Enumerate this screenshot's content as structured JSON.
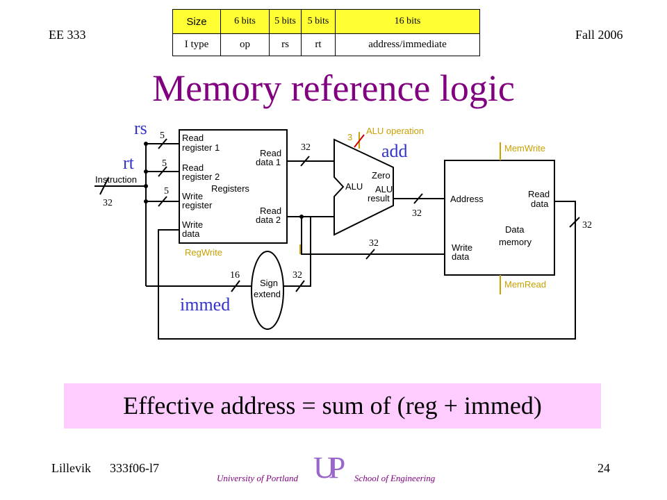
{
  "header": {
    "left": "EE 333",
    "right": "Fall 2006"
  },
  "format_table": {
    "rows": [
      [
        "Size",
        "6 bits",
        "5 bits",
        "5 bits",
        "16 bits"
      ],
      [
        "I type",
        "op",
        "rs",
        "rt",
        "address/immediate"
      ]
    ]
  },
  "title": "Memory reference logic",
  "annotations": {
    "rs": "rs",
    "rt": "rt",
    "add": "add",
    "immed": "immed"
  },
  "diagram": {
    "instruction": "Instruction",
    "registers": {
      "read_register_1": [
        "Read",
        "register 1"
      ],
      "read_register_2": [
        "Read",
        "register 2"
      ],
      "write_register": [
        "Write",
        "register"
      ],
      "write_data": [
        "Write",
        "data"
      ],
      "name": "Registers",
      "read_data_1": [
        "Read",
        "data 1"
      ],
      "read_data_2": [
        "Read",
        "data 2"
      ]
    },
    "reg_write": "RegWrite",
    "alu": {
      "name": "ALU",
      "zero": "Zero",
      "result": [
        "ALU",
        "result"
      ],
      "operation": "ALU operation",
      "op_width": "3"
    },
    "sign_extend": [
      "Sign",
      "extend"
    ],
    "data_memory": {
      "address": "Address",
      "write_data": [
        "Write",
        "data"
      ],
      "read_data": [
        "Read",
        "data"
      ],
      "name": [
        "Data",
        "memory"
      ]
    },
    "mem_write": "MemWrite",
    "mem_read": "MemRead",
    "widths": {
      "instr": "32",
      "rs": "5",
      "rt": "5",
      "wr": "5",
      "rd1": "32",
      "alu_result": "32",
      "rd2": "32",
      "mem_read": "32",
      "sx_in": "16",
      "sx_out": "32"
    }
  },
  "summary": "Effective address = sum of (reg + immed)",
  "footer": {
    "author": "Lillevik",
    "course": "333f06-l7",
    "page": "24",
    "university": "University of Portland",
    "school": "School of Engineering",
    "logo_letters": "UP"
  }
}
